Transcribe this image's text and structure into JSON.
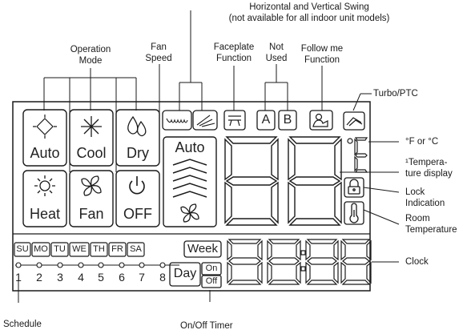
{
  "callouts": {
    "swing": [
      "Horizontal and Vertical Swing",
      "(not available for all indoor unit models)"
    ],
    "operation_mode": [
      "Operation",
      "Mode"
    ],
    "fan_speed": [
      "Fan",
      "Speed"
    ],
    "faceplate": [
      "Faceplate",
      "Function"
    ],
    "not_used": [
      "Not",
      "Used"
    ],
    "follow_me": [
      "Follow me",
      "Function"
    ],
    "turbo": "Turbo/PTC",
    "temp_unit": "°F or °C",
    "temperature_display": [
      "¹Tempera-",
      "ture display"
    ],
    "lock": [
      "Lock",
      "Indication"
    ],
    "room_temp": [
      "Room",
      "Temperature"
    ],
    "clock": "Clock",
    "schedule": "Schedule",
    "onoff_timer": "On/Off Timer"
  },
  "modes": {
    "auto": "Auto",
    "cool": "Cool",
    "dry": "Dry",
    "heat": "Heat",
    "fan": "Fan",
    "off": "OFF"
  },
  "fan_auto": "Auto",
  "letters": {
    "a": "A",
    "b": "B"
  },
  "days": [
    "SU",
    "MO",
    "TU",
    "WE",
    "TH",
    "FR",
    "SA"
  ],
  "day_numbers": [
    "1",
    "2",
    "3",
    "4",
    "5",
    "6",
    "7",
    "8"
  ],
  "week": "Week",
  "day": "Day",
  "timer_on": "On",
  "timer_off": "Off"
}
